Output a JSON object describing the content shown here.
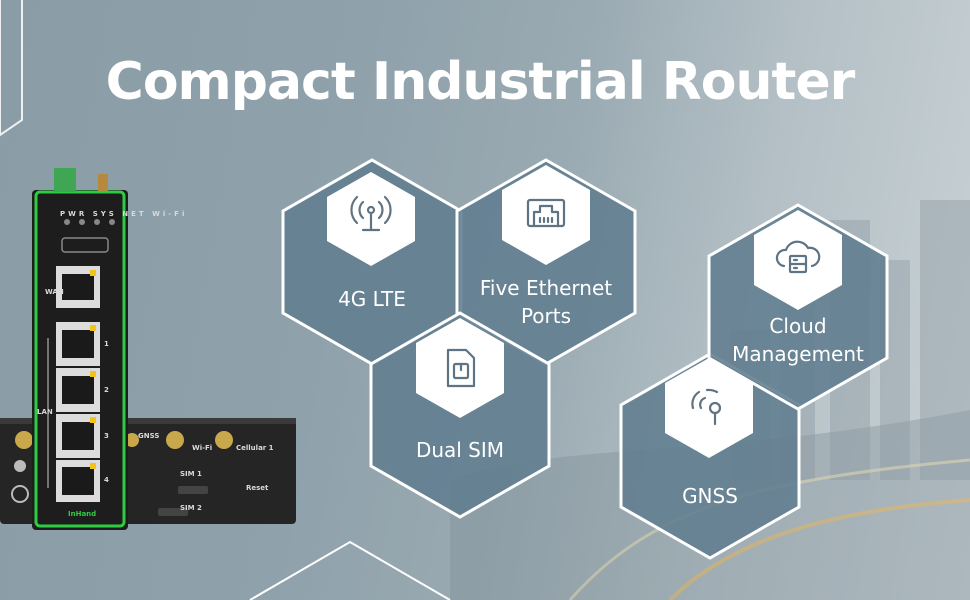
{
  "title": "Compact Industrial Router",
  "features": [
    {
      "id": "lte",
      "label_lines": [
        "4G LTE"
      ],
      "icon": "antenna-icon"
    },
    {
      "id": "ethernet",
      "label_lines": [
        "Five Ethernet",
        "Ports"
      ],
      "icon": "ethernet-port-icon"
    },
    {
      "id": "cloud",
      "label_lines": [
        "Cloud",
        "Management"
      ],
      "icon": "cloud-server-icon"
    },
    {
      "id": "sim",
      "label_lines": [
        "Dual SIM"
      ],
      "icon": "sim-card-icon"
    },
    {
      "id": "gnss",
      "label_lines": [
        "GNSS"
      ],
      "icon": "gnss-signal-icon"
    }
  ],
  "device": {
    "leds": [
      "PWR",
      "SYS",
      "NET",
      "Wi-Fi"
    ],
    "wan_label": "WAN",
    "lan_label": "LAN",
    "port_numbers": [
      "1",
      "2",
      "3",
      "4"
    ],
    "brand": "InHand",
    "back_labels": {
      "gnss": "GNSS",
      "wifi": "Wi-Fi",
      "cellular": "Cellular 1",
      "sim1": "SIM 1",
      "sim2": "SIM 2",
      "reset": "Reset"
    }
  },
  "colors": {
    "hex_fill": "#617d90",
    "hex_stroke": "#ffffff",
    "router_green": "#2ecc40"
  }
}
